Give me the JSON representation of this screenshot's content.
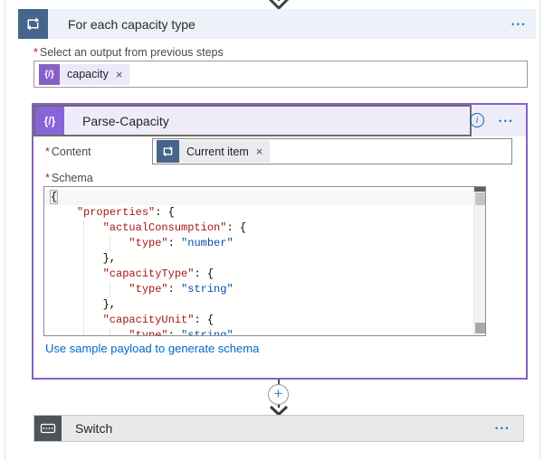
{
  "icons": {
    "ellipsis": "•••",
    "close": "×",
    "info": "i",
    "plus": "+",
    "required": "*",
    "braces_glyph": "{/}"
  },
  "foreach": {
    "title": "For each capacity type",
    "output_label": "Select an output from previous steps",
    "token_label": "capacity"
  },
  "parse": {
    "title": "Parse-Capacity",
    "content_label": "Content",
    "content_token_label": "Current item",
    "schema_label": "Schema",
    "generate_link": "Use sample payload to generate schema",
    "schema_lines": [
      {
        "hl": true,
        "segs": [
          {
            "t": "{",
            "c": "hlb"
          }
        ]
      },
      {
        "segs": [
          {
            "t": "    "
          },
          {
            "t": "\"properties\"",
            "c": "key"
          },
          {
            "t": ": {"
          }
        ]
      },
      {
        "segs": [
          {
            "t": "        "
          },
          {
            "t": "\"actualConsumption\"",
            "c": "key"
          },
          {
            "t": ": {"
          }
        ]
      },
      {
        "segs": [
          {
            "t": "            "
          },
          {
            "t": "\"type\"",
            "c": "key"
          },
          {
            "t": ": "
          },
          {
            "t": "\"number\"",
            "c": "str"
          }
        ]
      },
      {
        "segs": [
          {
            "t": "        },"
          }
        ]
      },
      {
        "segs": [
          {
            "t": "        "
          },
          {
            "t": "\"capacityType\"",
            "c": "key"
          },
          {
            "t": ": {"
          }
        ]
      },
      {
        "segs": [
          {
            "t": "            "
          },
          {
            "t": "\"type\"",
            "c": "key"
          },
          {
            "t": ": "
          },
          {
            "t": "\"string\"",
            "c": "str"
          }
        ]
      },
      {
        "segs": [
          {
            "t": "        },"
          }
        ]
      },
      {
        "segs": [
          {
            "t": "        "
          },
          {
            "t": "\"capacityUnit\"",
            "c": "key"
          },
          {
            "t": ": {"
          }
        ]
      },
      {
        "segs": [
          {
            "t": "            "
          },
          {
            "t": "\"type\"",
            "c": "key"
          },
          {
            "t": ": "
          },
          {
            "t": "\"string\"",
            "c": "str"
          }
        ]
      }
    ]
  },
  "switch_step": {
    "title": "Switch"
  },
  "colors": {
    "accent_purple": "#8661c5",
    "loop_blue": "#45658c",
    "control_gray": "#4d5359",
    "header_blue": "#edf2f8",
    "header_lavender": "#efecfa",
    "link_blue": "#0069c5",
    "code_key": "#a31515",
    "code_string": "#0451a5"
  }
}
